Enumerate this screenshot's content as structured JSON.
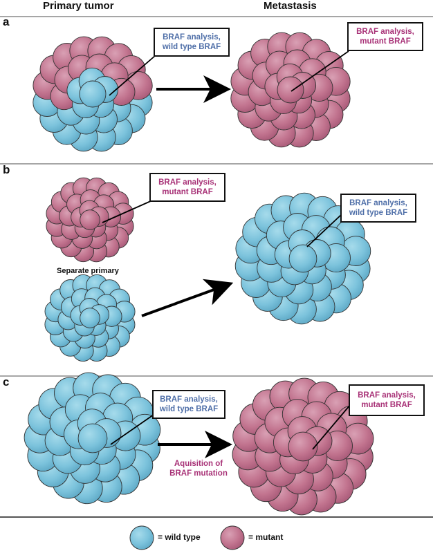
{
  "headers": {
    "primary": "Primary tumor",
    "metastasis": "Metastasis"
  },
  "colors": {
    "wild_type_fill": "#7cc3dc",
    "mutant_fill": "#c2748f",
    "wild_type_text": "#4f6fa8",
    "mutant_text": "#a83277",
    "rule": "#888888"
  },
  "panels": [
    {
      "label": "a",
      "primary_callout": {
        "line1": "BRAF analysis,",
        "line2": "wild type BRAF",
        "status": "wild-type"
      },
      "metastasis_callout": {
        "line1": "BRAF analysis,",
        "line2": "mutant BRAF",
        "status": "mutant"
      }
    },
    {
      "label": "b",
      "primary_callout": {
        "line1": "BRAF analysis,",
        "line2": "mutant BRAF",
        "status": "mutant"
      },
      "metastasis_callout": {
        "line1": "BRAF analysis,",
        "line2": "wild type BRAF",
        "status": "wild-type"
      },
      "note": "Separate primary"
    },
    {
      "label": "c",
      "primary_callout": {
        "line1": "BRAF analysis,",
        "line2": "wild type BRAF",
        "status": "wild-type"
      },
      "metastasis_callout": {
        "line1": "BRAF analysis,",
        "line2": "mutant BRAF",
        "status": "mutant"
      },
      "arrow_label": {
        "line1": "Aquisition of",
        "line2": "BRAF mutation"
      }
    }
  ],
  "legend": {
    "wild_type": "= wild type",
    "mutant": "= mutant"
  }
}
